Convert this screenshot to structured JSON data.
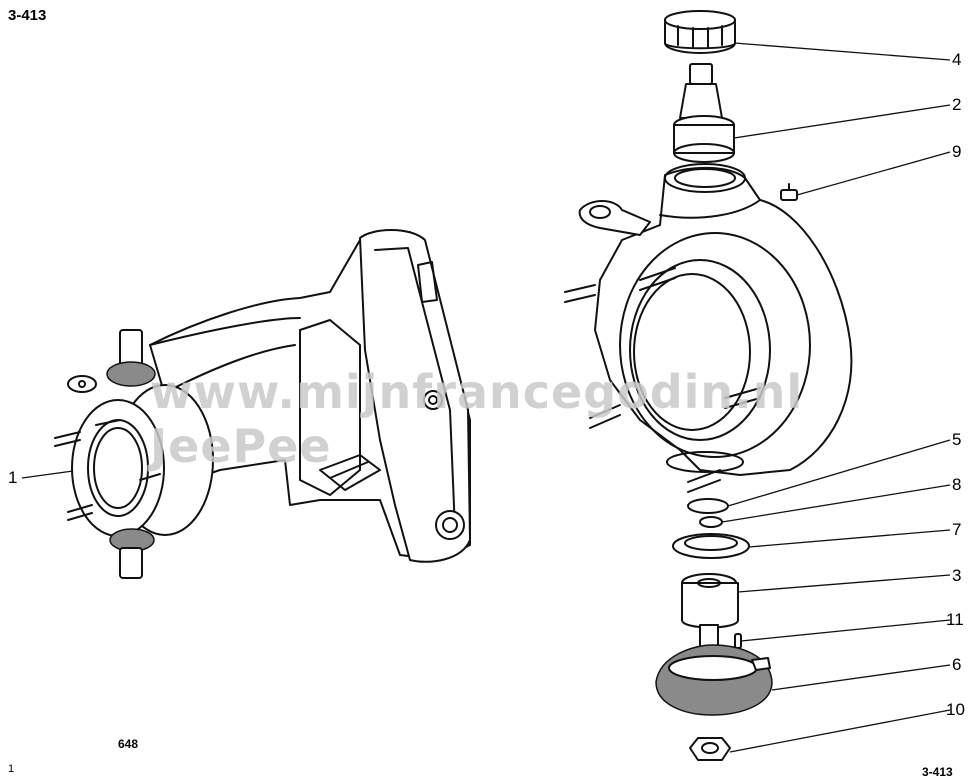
{
  "sheet": {
    "ref_top": "3-413",
    "ref_bottom": "3-413",
    "figure_code": "648",
    "page_no": "1",
    "watermark": "www.mijnfrancegodin.nl JeePee"
  },
  "callouts": {
    "c1": "1",
    "c2": "2",
    "c3": "3",
    "c4": "4",
    "c5": "5",
    "c6": "6",
    "c7": "7",
    "c8": "8",
    "c9": "9",
    "c10": "10",
    "c11": "11"
  }
}
